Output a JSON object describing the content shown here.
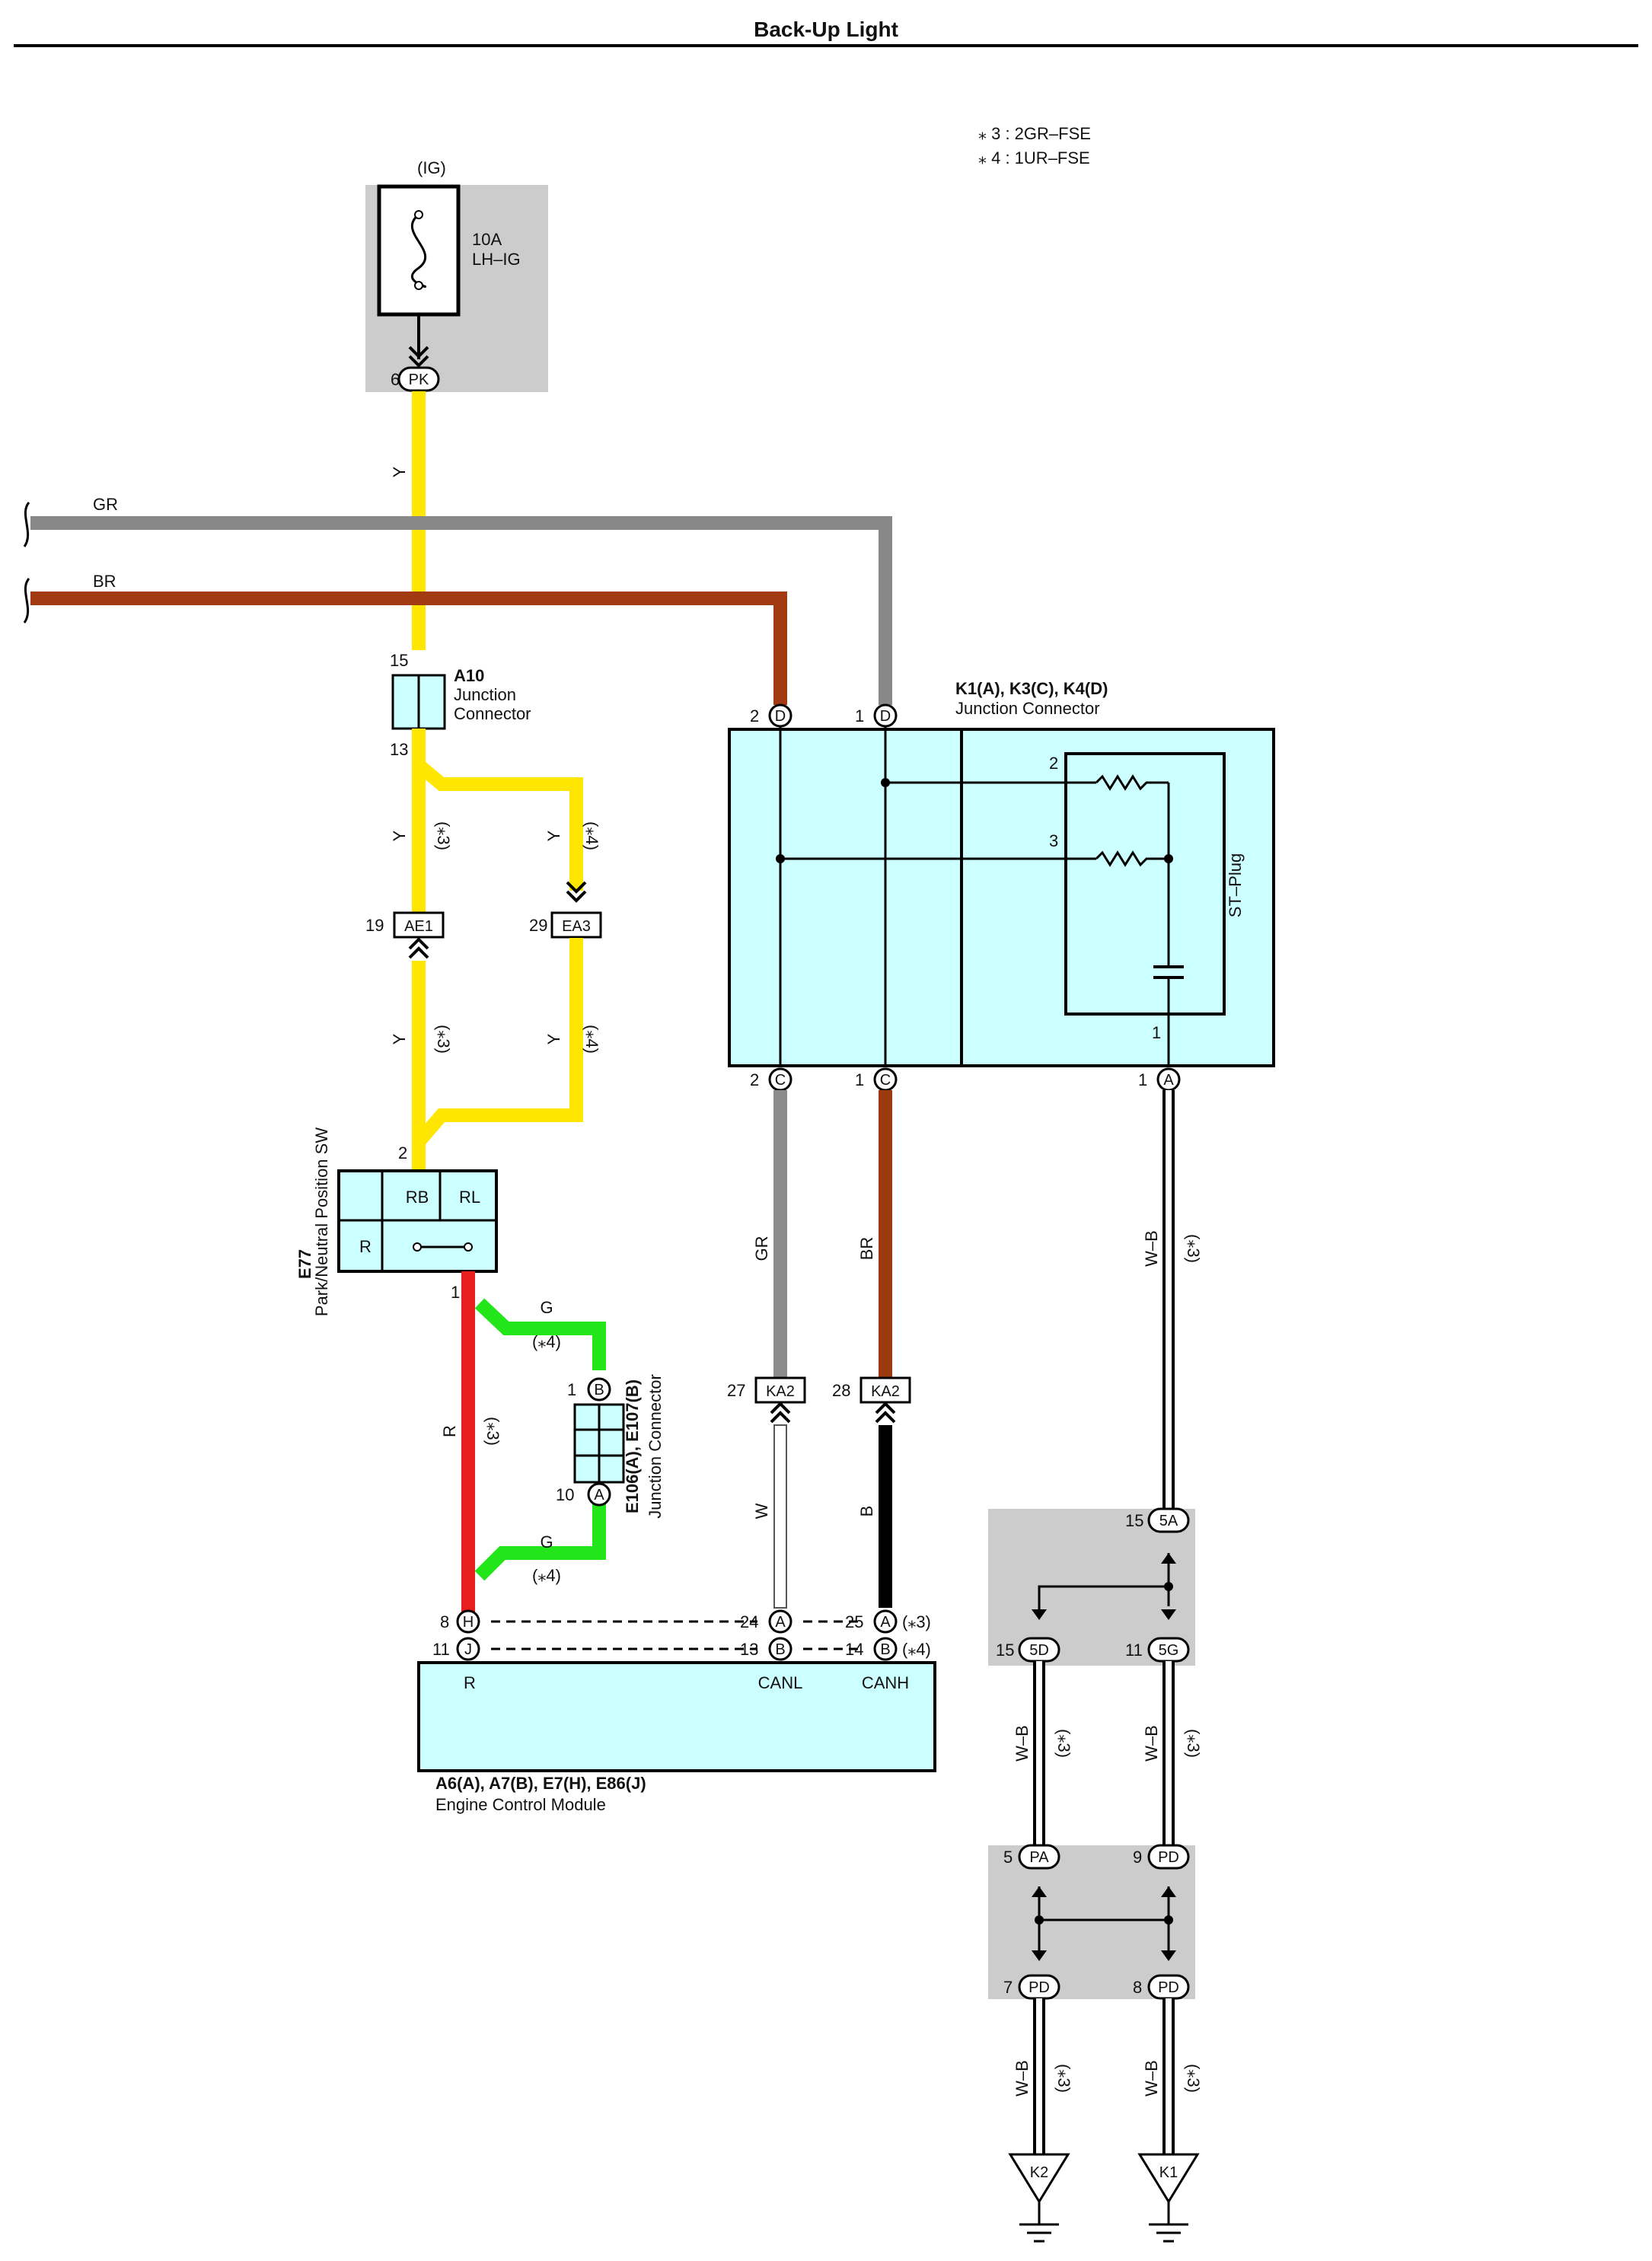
{
  "title": "Back-Up Light",
  "legend": [
    "⁎ 3 : 2GR–FSE",
    "⁎ 4 : 1UR–FSE"
  ],
  "fuse": {
    "source": "(IG)",
    "rating": "10A",
    "name": "LH–IG",
    "pin": "6",
    "connector": "PK"
  },
  "wires": {
    "gr": "GR",
    "br": "BR",
    "y": "Y",
    "r": "R",
    "g": "G",
    "w": "W",
    "b": "B",
    "wb": "W–B",
    "n3": "(⁎3)",
    "n4": "(⁎4)"
  },
  "a10": {
    "id": "A10",
    "desc1": "Junction",
    "desc2": "Connector",
    "pin_top": "15",
    "pin_bottom": "13"
  },
  "ae1": {
    "pin": "19",
    "label": "AE1"
  },
  "ea3": {
    "pin": "29",
    "label": "EA3"
  },
  "e77": {
    "id": "E77",
    "desc": "Park/Neutral Position SW",
    "pin_top": "2",
    "pin_bottom": "1",
    "cells": [
      "RB",
      "RL",
      "R"
    ]
  },
  "e106": {
    "id": "E106(A), E107(B)",
    "desc": "Junction Connector",
    "pin_b": "1",
    "pin_a": "10",
    "b": "B",
    "a": "A"
  },
  "k1": {
    "id": "K1(A), K3(C), K4(D)",
    "desc": "Junction Connector",
    "plug": "ST–Plug",
    "top_pins": [
      {
        "n": "2",
        "c": "D"
      },
      {
        "n": "1",
        "c": "D"
      }
    ],
    "bottom_pins": [
      {
        "n": "2",
        "c": "C"
      },
      {
        "n": "1",
        "c": "C"
      },
      {
        "n": "1",
        "c": "A"
      }
    ],
    "inner": [
      "2",
      "3",
      "1"
    ]
  },
  "ka2": {
    "label": "KA2",
    "pin_l": "27",
    "pin_r": "28"
  },
  "ecm": {
    "id": "A6(A), A7(B), E7(H), E86(J)",
    "desc": "Engine Control Module",
    "r": "R",
    "canl": "CANL",
    "canh": "CANH",
    "pins": {
      "h": "8",
      "hc": "H",
      "j": "11",
      "jc": "J",
      "a1": "24",
      "a1c": "A",
      "b1": "13",
      "b1c": "B",
      "a2": "25",
      "a2c": "A",
      "b2": "14",
      "b2c": "B"
    }
  },
  "jb1": {
    "pins": [
      {
        "n": "15",
        "c": "5A"
      },
      {
        "n": "15",
        "c": "5D"
      },
      {
        "n": "11",
        "c": "5G"
      }
    ]
  },
  "jb2": {
    "pins": [
      {
        "n": "5",
        "c": "PA"
      },
      {
        "n": "9",
        "c": "PD"
      },
      {
        "n": "7",
        "c": "PD"
      },
      {
        "n": "8",
        "c": "PD"
      }
    ]
  },
  "grounds": [
    "K2",
    "K1"
  ],
  "colors": {
    "yellow": "#ffe600",
    "gray": "#8c8c8c",
    "brown": "#9a3a0e",
    "red": "#e61e1e",
    "green": "#22e61a",
    "cyan": "#ccffff",
    "shade": "#cccccc"
  }
}
